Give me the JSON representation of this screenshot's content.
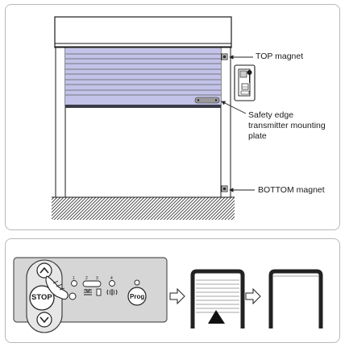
{
  "labels": {
    "top_magnet": "TOP magnet",
    "safety_edge_line1": "Safety edge",
    "safety_edge_line2": "transmitter mounting",
    "safety_edge_line3": "plate",
    "bottom_magnet": "BOTTOM magnet"
  },
  "control_panel": {
    "stop_button": "STOP",
    "prog_button": "Prog",
    "led_numbers": [
      "1",
      "2",
      "3",
      "4"
    ]
  },
  "colors": {
    "curtain": "#c3c3e9",
    "slat_line": "#5a5a5a",
    "bottom_bar": "#3a3a48",
    "panel_bg": "#d6d6d6",
    "frame_border": "#b9b9b9"
  },
  "icons": [
    "up-arrow-icon",
    "down-arrow-icon",
    "hand-pointer-icon",
    "arrow-right-icon",
    "up-triangle-icon",
    "safety-edge-icon",
    "battery-icon",
    "radio-icon"
  ]
}
